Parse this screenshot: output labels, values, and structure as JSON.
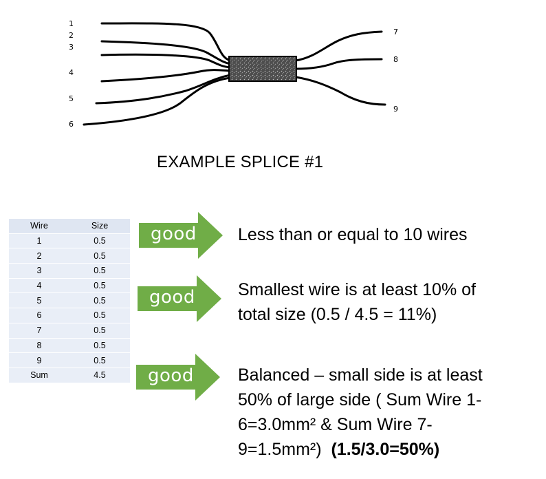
{
  "diagram": {
    "left_wires": [
      "1",
      "2",
      "3",
      "4",
      "5",
      "6"
    ],
    "right_wires": [
      "7",
      "8",
      "9"
    ],
    "title": "EXAMPLE SPLICE #1"
  },
  "table": {
    "headers": [
      "Wire",
      "Size"
    ],
    "rows": [
      [
        "1",
        "0.5"
      ],
      [
        "2",
        "0.5"
      ],
      [
        "3",
        "0.5"
      ],
      [
        "4",
        "0.5"
      ],
      [
        "5",
        "0.5"
      ],
      [
        "6",
        "0.5"
      ],
      [
        "7",
        "0.5"
      ],
      [
        "8",
        "0.5"
      ],
      [
        "9",
        "0.5"
      ],
      [
        "Sum",
        "4.5"
      ]
    ]
  },
  "checks": [
    {
      "label": "good",
      "text_lines": [
        "Less than or equal to 10 wires"
      ],
      "bold_suffix": ""
    },
    {
      "label": "good",
      "text_lines": [
        "Smallest wire is at least 10% of",
        "total size (0.5 / 4.5 = 11%)"
      ],
      "bold_suffix": ""
    },
    {
      "label": "good",
      "text_lines": [
        "Balanced – small side is at least",
        "50% of large side ( Sum Wire 1-",
        "6=3.0mm² & Sum Wire 7-",
        "9=1.5mm²)"
      ],
      "bold_suffix": "(1.5/3.0=50%)"
    }
  ],
  "colors": {
    "arrow_green": "#70ad47",
    "table_fill": "#e9eef7",
    "splice_fill": "#555555"
  }
}
